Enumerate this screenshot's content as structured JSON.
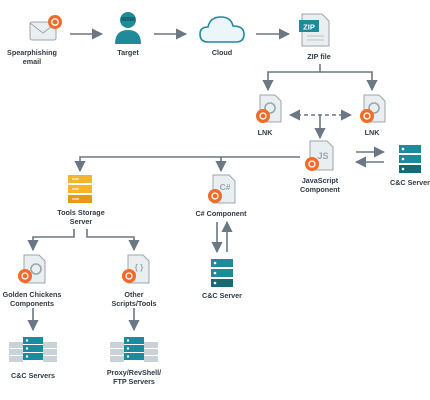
{
  "colors": {
    "line": "#6b7782",
    "accent": "#f26b2a",
    "teal": "#1f8a9a",
    "teal_dark": "#156a76",
    "server_gray": "#c9d2d8",
    "storage": "#f5b52a",
    "doc": "#e9eef1"
  },
  "nodes": {
    "spear": {
      "label": "Spearphishing\nemail",
      "icon": "envelope-icon"
    },
    "target": {
      "label": "Target",
      "icon": "person-icon"
    },
    "cloud": {
      "label": "Cloud",
      "icon": "cloud-icon"
    },
    "zip": {
      "label": "ZIP file",
      "icon": "zip-file-icon",
      "badge": "ZIP"
    },
    "lnk_left": {
      "label": "LNK",
      "icon": "lnk-file-icon"
    },
    "lnk_right": {
      "label": "LNK",
      "icon": "lnk-file-icon"
    },
    "js": {
      "label": "JavaScript\nComponent",
      "icon": "js-file-icon",
      "badge": "JS"
    },
    "cc_right": {
      "label": "C&C Server",
      "icon": "server-icon"
    },
    "tools": {
      "label": "Tools Storage\nServer",
      "icon": "storage-server-icon"
    },
    "csharp": {
      "label": "C# Component",
      "icon": "csharp-file-icon",
      "badge": "C#"
    },
    "cc_mid": {
      "label": "C&C Server",
      "icon": "server-icon"
    },
    "golden": {
      "label": "Golden Chickens\nComponents",
      "icon": "component-file-icon"
    },
    "other": {
      "label": "Other\nScripts/Tools",
      "icon": "script-file-icon",
      "badge": "{ }"
    },
    "cc_servers": {
      "label": "C&C Servers",
      "icon": "server-cluster-icon"
    },
    "proxy": {
      "label": "Proxy/RevShell/\nFTP Servers",
      "icon": "server-cluster-icon"
    }
  }
}
